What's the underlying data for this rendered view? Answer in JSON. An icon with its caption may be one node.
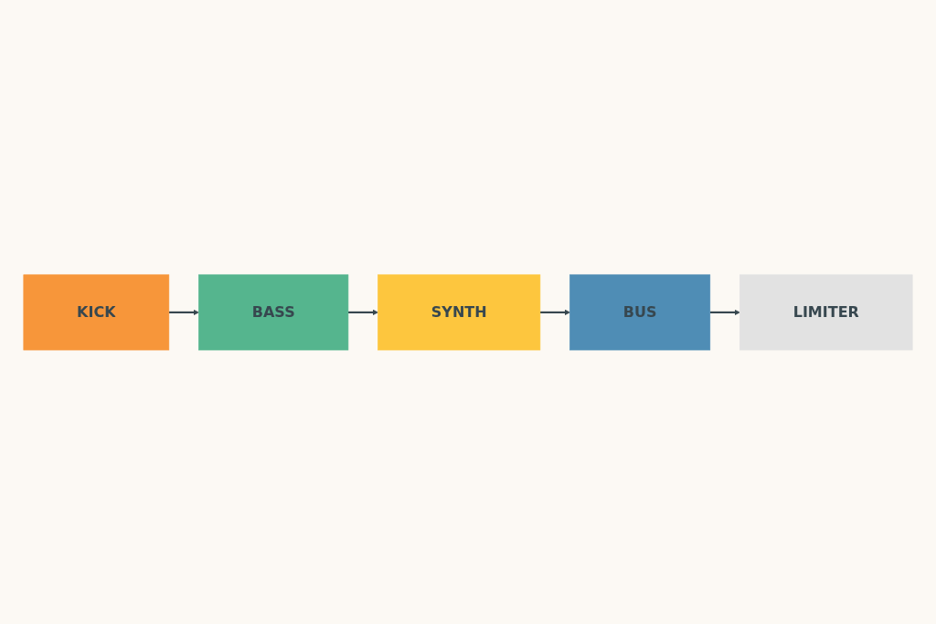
{
  "diagram": {
    "nodes": [
      {
        "text": [
          "KICK"
        ]
      },
      {
        "text": [
          "BASS"
        ]
      },
      {
        "text": [
          "SYNTH"
        ]
      },
      {
        "text": [
          "BUS"
        ]
      },
      {
        "text": [
          "LIMITER"
        ]
      }
    ],
    "edges": [
      {
        "from": 0,
        "to": 1,
        "arrow": "to"
      },
      {
        "from": 1,
        "to": 2,
        "arrow": "to"
      },
      {
        "from": 2,
        "to": 3,
        "arrow": "to"
      },
      {
        "from": 3,
        "to": 4,
        "arrow": "to"
      }
    ]
  }
}
